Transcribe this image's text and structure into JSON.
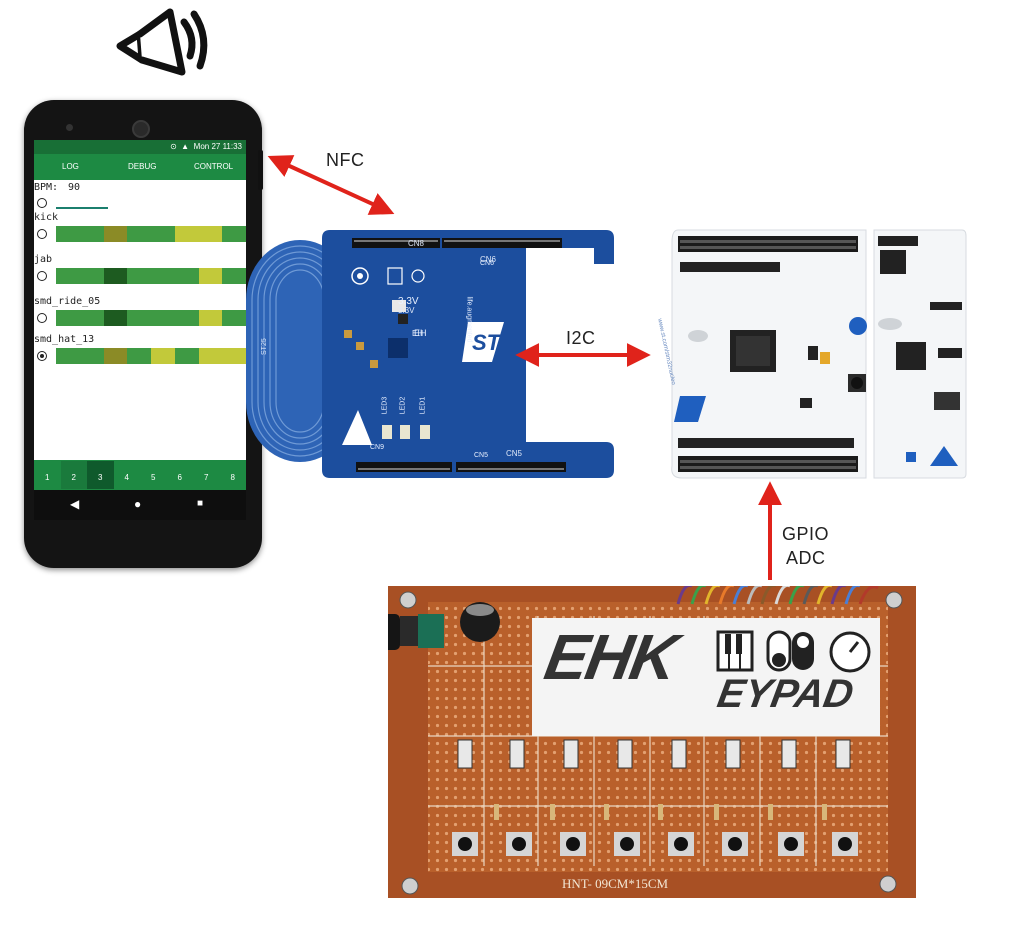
{
  "phone": {
    "status_time": "Mon 27 11:33",
    "tabs": [
      "LOG",
      "DEBUG",
      "CONTROL"
    ],
    "bpm_label": "BPM:",
    "bpm_value": "90",
    "tracks": [
      {
        "name": "kick",
        "selected": false,
        "cells": [
          "#3e9a44",
          "#3e9a44",
          "#8b8b26",
          "#3e9a44",
          "#3e9a44",
          "#c2c93a",
          "#c2c93a",
          "#3e9a44"
        ]
      },
      {
        "name": "jab",
        "selected": false,
        "cells": [
          "#3e9a44",
          "#3e9a44",
          "#1d5b20",
          "#3e9a44",
          "#3e9a44",
          "#3e9a44",
          "#c2c93a",
          "#3e9a44"
        ]
      },
      {
        "name": "smd_ride_05",
        "selected": false,
        "cells": [
          "#3e9a44",
          "#3e9a44",
          "#1d5b20",
          "#3e9a44",
          "#3e9a44",
          "#3e9a44",
          "#c2c93a",
          "#3e9a44"
        ]
      },
      {
        "name": "smd_hat_13",
        "selected": true,
        "cells": [
          "#3e9a44",
          "#3e9a44",
          "#8b8b26",
          "#3e9a44",
          "#c2c93a",
          "#3e9a44",
          "#c2c93a",
          "#c2c93a"
        ]
      }
    ],
    "steps": [
      "1",
      "2",
      "3",
      "4",
      "5",
      "6",
      "7",
      "8"
    ],
    "step_colors": [
      "#1d8a43",
      "#1a7a3c",
      "#0f5a2c",
      "#1d8a43",
      "#1d8a43",
      "#1d8a43",
      "#1d8a43",
      "#1d8a43"
    ],
    "nav": {
      "back": "◀",
      "home": "●",
      "recent": "■"
    }
  },
  "nfc_board": {
    "voltage": "3.3V",
    "eh": "EH",
    "leds": [
      "LED3",
      "LED2",
      "LED1"
    ],
    "brand": "life.augmented",
    "cn_labels": [
      "CN8",
      "CN6",
      "CN9",
      "CN5"
    ]
  },
  "nucleo_board": {
    "url": "www.st.com/stm32nucleo"
  },
  "keypad": {
    "silk": "HNT- 09CM*15CM",
    "logo_main": "EHK",
    "logo_sub": "EYPAD"
  },
  "connections": {
    "nfc": "NFC",
    "i2c": "I2C",
    "gpio": "GPIO",
    "adc": "ADC"
  },
  "colors": {
    "arrow": "#e0231b",
    "app_green": "#1d8a43",
    "board_blue": "#1c4e9e",
    "pcb_orange": "#c0622a"
  }
}
